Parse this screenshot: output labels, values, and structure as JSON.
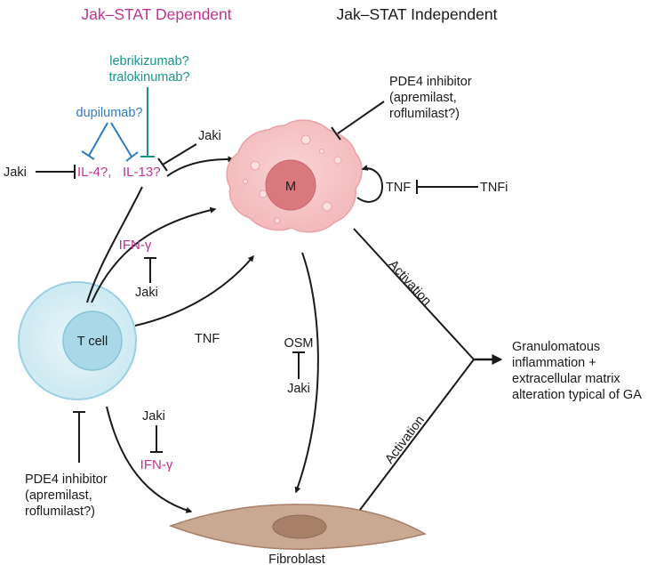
{
  "headers": {
    "dependent": "Jak–STAT Dependent",
    "independent": "Jak–STAT Independent"
  },
  "biologics": {
    "lebrikizumab": "lebrikizumab?",
    "tralokinumab": "tralokinumab?",
    "dupilumab": "dupilumab?"
  },
  "cytokines": {
    "il4": "IL-4?,",
    "il13": "IL-13?",
    "ifng_top": "IFN-γ",
    "ifng_bottom": "IFN-γ",
    "tnf_tcell": "TNF",
    "tnf_macrophage": "TNF",
    "osm": "OSM"
  },
  "inhibitors": {
    "jaki_left": "Jaki",
    "jaki_il13": "Jaki",
    "jaki_ifng_top": "Jaki",
    "jaki_ifng_bottom": "Jaki",
    "jaki_osm": "Jaki",
    "tnfi": "TNFi",
    "pde4_top": [
      "PDE4 inhibitor",
      "(apremilast,",
      "roflumilast?)"
    ],
    "pde4_bottom": [
      "PDE4 inhibitor",
      "(apremilast,",
      "roflumilast?)"
    ]
  },
  "cells": {
    "macrophage": "M",
    "tcell": "T cell",
    "fibroblast": "Fibroblast"
  },
  "edges": {
    "activation_upper": "Activation",
    "activation_lower": "Activation"
  },
  "outcome": [
    "Granulomatous",
    "inflammation +",
    "extracellular matrix",
    "alteration typical of GA"
  ],
  "colors": {
    "magenta": "#c2338f",
    "teal": "#19948c",
    "blue": "#2f7cc0",
    "macrophage": "#f6c6c8",
    "macrophage_nucleus": "#d9797e",
    "tcell_outer": "#d6eef5",
    "tcell_inner": "#a9d9e8",
    "fibroblast": "#c9a992",
    "fibroblast_nucleus": "#a88068"
  }
}
